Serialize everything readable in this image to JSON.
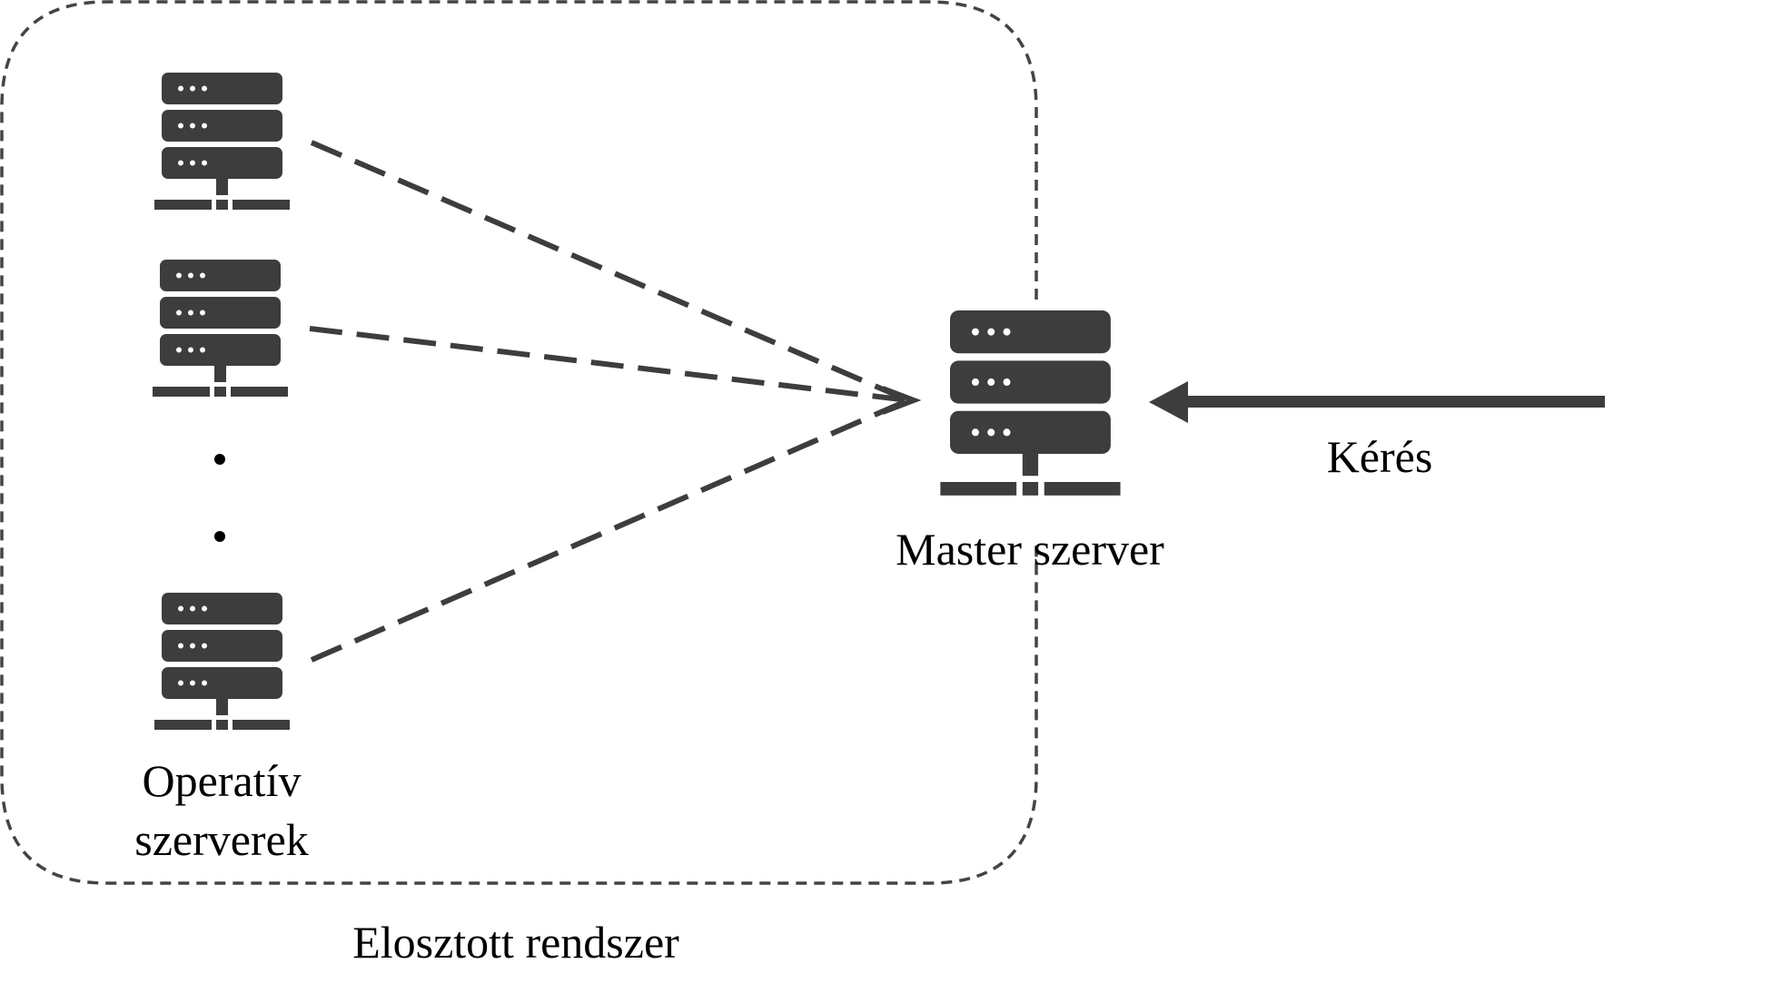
{
  "labels": {
    "operative_line1": "Operatív",
    "operative_line2": "szerverek",
    "master": "Master szerver",
    "request": "Kérés",
    "system": "Elosztott rendszer"
  },
  "nodes": {
    "operative_server_icons": [
      "server-icon",
      "server-icon",
      "server-icon"
    ],
    "ellipsis_dots": 2,
    "master_server_icon": "server-icon"
  },
  "colors": {
    "icon_fill": "#3d3d3d",
    "boundary_stroke": "#444444",
    "connector_stroke": "#3d3d3d",
    "arrow_fill": "#3d3d3d",
    "background": "#ffffff"
  }
}
